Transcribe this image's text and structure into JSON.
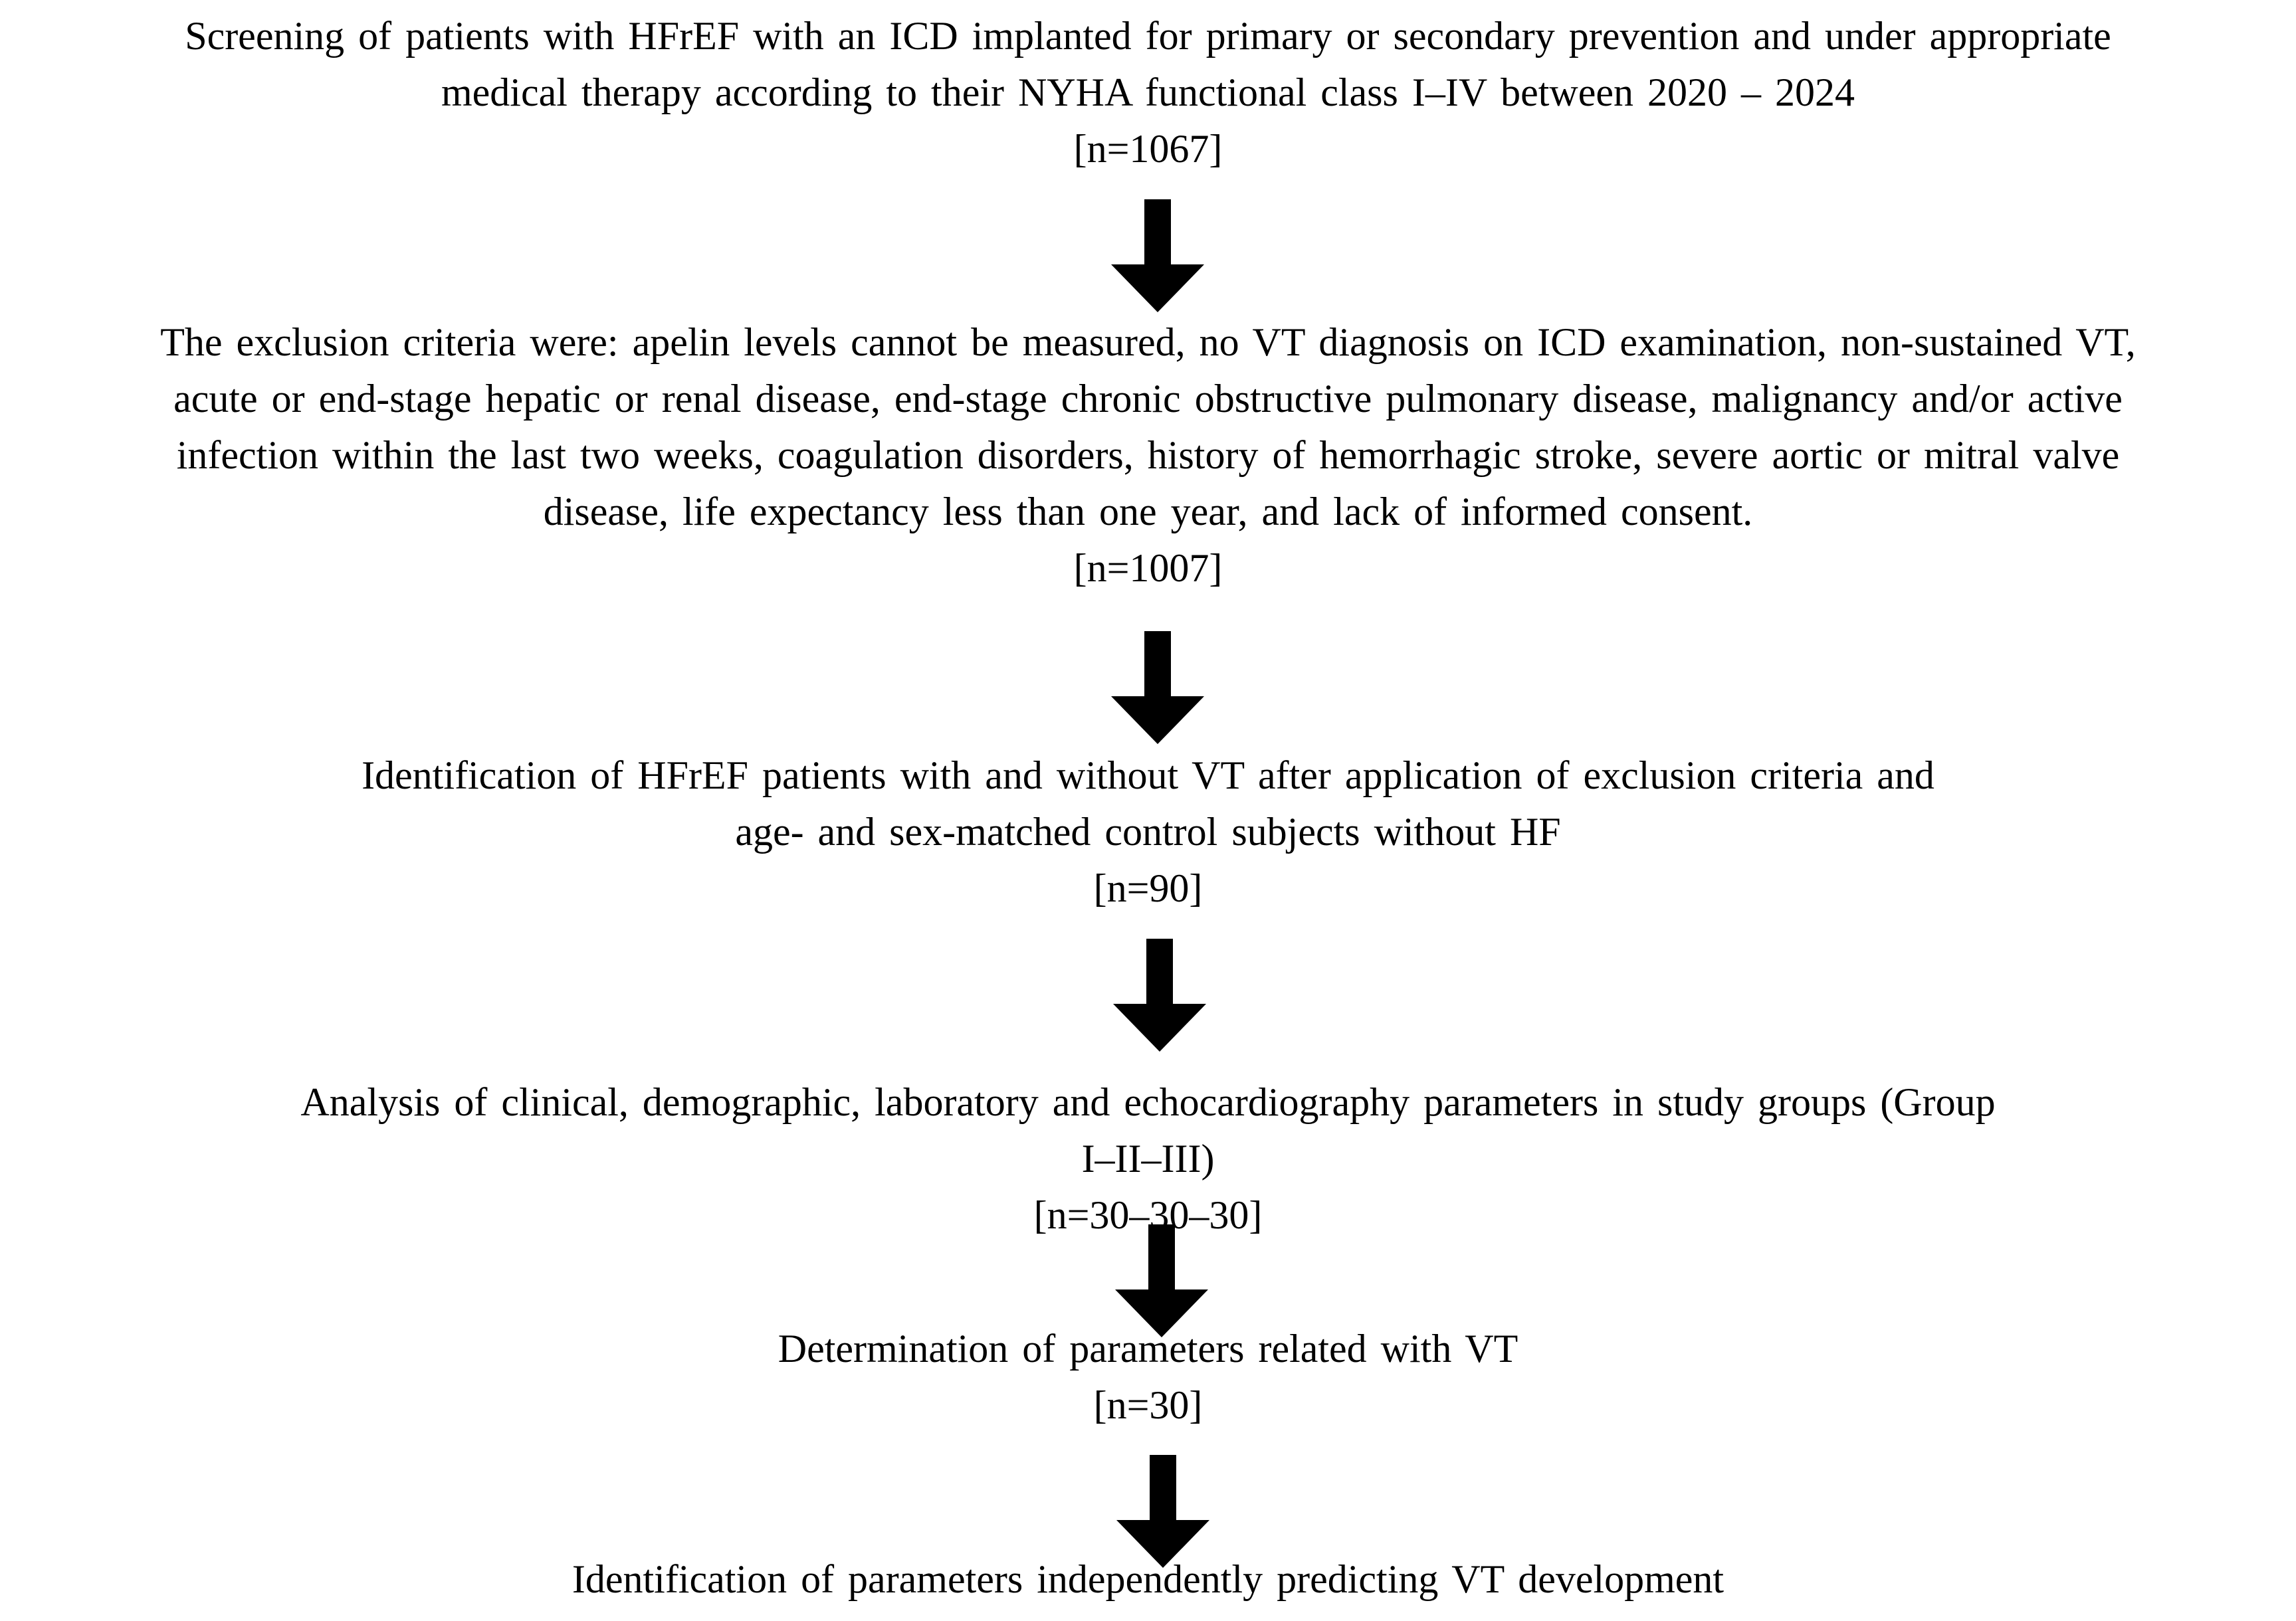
{
  "flowchart": {
    "steps": [
      {
        "lines": [
          "Screening of  patients with HFrEF with an ICD implanted for primary or secondary prevention and under appropriate",
          "medical therapy according to their NYHA functional class I–IV between 2020 – 2024",
          "[n=1067]"
        ]
      },
      {
        "lines": [
          "The exclusion criteria were: apelin levels cannot be measured, no VT diagnosis on ICD examination, non-sustained VT,",
          "acute or end-stage hepatic or renal disease, end-stage chronic obstructive pulmonary disease, malignancy and/or active",
          "infection within the last two weeks, coagulation disorders, history of hemorrhagic stroke, severe aortic or mitral valve",
          "disease, life expectancy  less than one year, and lack of informed consent.",
          "[n=1007]"
        ]
      },
      {
        "lines": [
          "Identification of HFrEF patients with and without VT after application of exclusion criteria and",
          "age- and sex-matched control subjects without HF",
          "[n=90]"
        ]
      },
      {
        "lines": [
          "Analysis of clinical, demographic, laboratory and echocardiography parameters in study groups (Group",
          "I–II–III)",
          "[n=30–30–30]"
        ]
      },
      {
        "lines": [
          "Determination of parameters related with VT",
          "[n=30]"
        ]
      },
      {
        "lines": [
          "Identification of parameters independently predicting VT development"
        ]
      }
    ],
    "arrow_color": "#000000"
  }
}
